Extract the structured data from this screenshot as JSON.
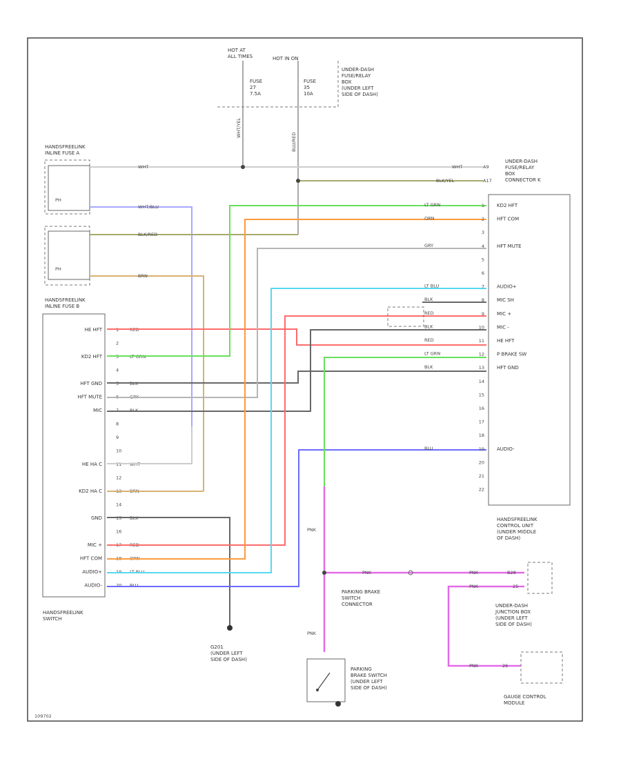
{
  "header": {
    "hot_at_all_times": "HOT AT\nALL TIMES",
    "hot_in_on": "HOT IN ON",
    "fuse_a": "FUSE\n27\n7.5A",
    "fuse_b": "FUSE\n35\n10A",
    "fuse_relay_box": "UNDER-DASH\nFUSE/RELAY\nBOX\n(UNDER LEFT\nSIDE OF DASH)",
    "wire_wht_yel": "WHT/YEL",
    "wire_blu_red": "BLU/RED"
  },
  "modules": {
    "fuse_plus": "HANDSFREELINK\nINLINE FUSE A",
    "inline_fuse_b": "HANDSFREELINK\nINLINE FUSE B",
    "hfl_switch": "HANDSFREELINK\nSWITCH",
    "fuse_relay_connector": "UNDER-DASH\nFUSE/RELAY\nBOX\nCONNECTOR K",
    "control_unit": "HANDSFREELINK\nCONTROL UNIT\n(UNDER MIDDLE\nOF DASH)",
    "g201": "G201\n(UNDER LEFT\nSIDE OF DASH)",
    "parking_brake_switch": "PARKING\nBRAKE SWITCH\n(UNDER LEFT\nSIDE OF DASH)",
    "parking_brake_connector": "PARKING BRAKE\nSWITCH\nCONNECTOR",
    "junction_box": "UNDER-DASH\nJUNCTION BOX\n(UNDER LEFT\nSIDE OF DASH)",
    "gauge_control": "GAUGE CONTROL\nMODULE",
    "footer_code": "109702",
    "ph_label": "PH"
  },
  "switch_pins": [
    {
      "num": "1",
      "label": "HE HFT",
      "wire": "RED"
    },
    {
      "num": "2",
      "label": "",
      "wire": ""
    },
    {
      "num": "3",
      "label": "KD2 HFT",
      "wire": "LT GRN"
    },
    {
      "num": "4",
      "label": "",
      "wire": ""
    },
    {
      "num": "5",
      "label": "HFT GND",
      "wire": "BLK"
    },
    {
      "num": "6",
      "label": "HFT MUTE",
      "wire": "GRY"
    },
    {
      "num": "7",
      "label": "MIC",
      "wire": "BLK"
    },
    {
      "num": "8",
      "label": "",
      "wire": ""
    },
    {
      "num": "9",
      "label": "",
      "wire": ""
    },
    {
      "num": "10",
      "label": "",
      "wire": ""
    },
    {
      "num": "11",
      "label": "HE HA C",
      "wire": "WHT"
    },
    {
      "num": "12",
      "label": "",
      "wire": ""
    },
    {
      "num": "13",
      "label": "KD2 HA C",
      "wire": "BRN"
    },
    {
      "num": "14",
      "label": "",
      "wire": ""
    },
    {
      "num": "15",
      "label": "GND",
      "wire": "BLK"
    },
    {
      "num": "16",
      "label": "",
      "wire": ""
    },
    {
      "num": "17",
      "label": "MIC +",
      "wire": "RED"
    },
    {
      "num": "18",
      "label": "HFT COM",
      "wire": "ORN"
    },
    {
      "num": "19",
      "label": "AUDIO+",
      "wire": "LT BLU"
    },
    {
      "num": "20",
      "label": "AUDIO-",
      "wire": "BLU"
    }
  ],
  "unit_pins": [
    {
      "num": "1",
      "label": "KD2 HFT",
      "wire": "LT GRN"
    },
    {
      "num": "2",
      "label": "HFT COM",
      "wire": "ORN"
    },
    {
      "num": "3",
      "label": "",
      "wire": ""
    },
    {
      "num": "4",
      "label": "HFT MUTE",
      "wire": "GRY"
    },
    {
      "num": "5",
      "label": "",
      "wire": ""
    },
    {
      "num": "6",
      "label": "",
      "wire": ""
    },
    {
      "num": "7",
      "label": "AUDIO+",
      "wire": "LT BLU"
    },
    {
      "num": "8",
      "label": "MIC SH",
      "wire": "BLK"
    },
    {
      "num": "9",
      "label": "MIC +",
      "wire": "RED"
    },
    {
      "num": "10",
      "label": "MIC -",
      "wire": "BLK"
    },
    {
      "num": "11",
      "label": "HE HFT",
      "wire": "RED"
    },
    {
      "num": "12",
      "label": "P BRAKE SW",
      "wire": "LT GRN"
    },
    {
      "num": "13",
      "label": "HFT GND",
      "wire": "BLK"
    },
    {
      "num": "14",
      "label": "",
      "wire": ""
    },
    {
      "num": "15",
      "label": "",
      "wire": ""
    },
    {
      "num": "16",
      "label": "",
      "wire": ""
    },
    {
      "num": "17",
      "label": "",
      "wire": ""
    },
    {
      "num": "18",
      "label": "",
      "wire": ""
    },
    {
      "num": "19",
      "label": "AUDIO-",
      "wire": "BLU"
    },
    {
      "num": "20",
      "label": "",
      "wire": ""
    },
    {
      "num": "21",
      "label": "",
      "wire": ""
    },
    {
      "num": "22",
      "label": "",
      "wire": ""
    }
  ],
  "wire_labels": {
    "fuse_a_top": "WHT",
    "fuse_a_bottom": "WHT/BLU",
    "fuse_b_top": "BLK/RED",
    "fuse_b_bottom": "BRN",
    "wht_right": "WHT",
    "blkred_right": "BLK/YEL",
    "pnk": "PNK",
    "pnk2": "PNK",
    "pnk3": "PNK",
    "pnk4": "PNK",
    "pnk5": "PNK",
    "pnk6": "PNK",
    "a9": "A9",
    "a17": "A17",
    "pin_b28": "B28",
    "pin_25": "25",
    "pin_26": "26"
  },
  "colors": {
    "red": "#ff6a6a",
    "lt_grn": "#66e05a",
    "orange": "#ff9a3c",
    "gray": "#b5b5b5",
    "lt_blu": "#56d8f0",
    "blue": "#6a6aff",
    "black": "#666666",
    "brown": "#d9b070",
    "wht_blu": "#a8a8ff",
    "blk_yel": "#a7a86a",
    "pink": "#e26ae8",
    "white_wire": "#cccccc",
    "frame": "#444444"
  }
}
